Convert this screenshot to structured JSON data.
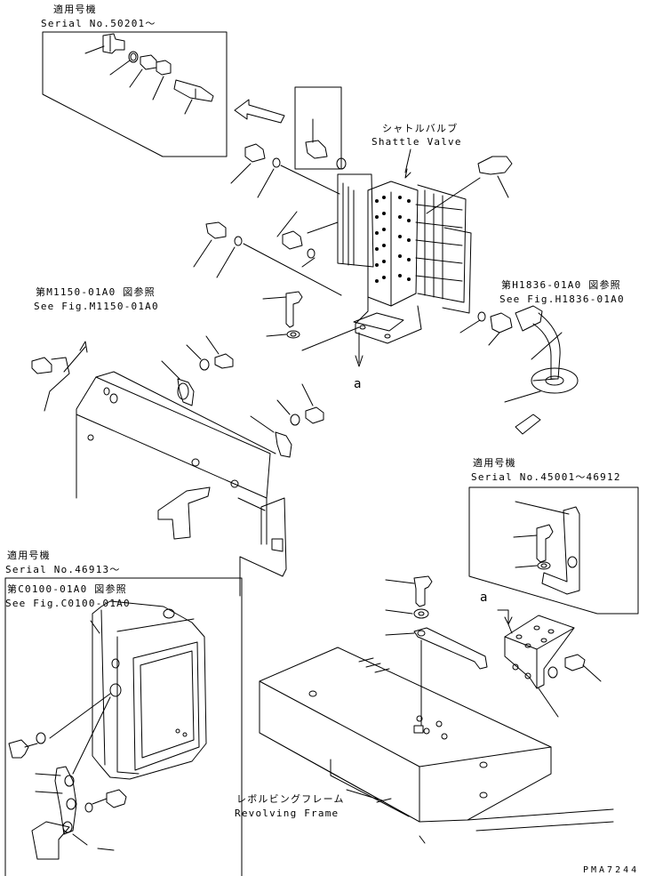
{
  "labels": {
    "top_inset_applicable": "適用号機",
    "top_inset_serial": "Serial No.50201～",
    "shuttle_valve_jp": "シャトルバルブ",
    "shuttle_valve_en": "Shattle Valve",
    "ref_h1836_jp": "第H1836-01A0 図参照",
    "ref_h1836_en": "See Fig.H1836-01A0",
    "ref_m1150_jp": "第M1150-01A0 図参照",
    "ref_m1150_en": "See Fig.M1150-01A0",
    "callout_a_top": "a",
    "right_inset_applicable": "適用号機",
    "right_inset_serial": "Serial No.45001～46912",
    "callout_a_bottom": "a",
    "left_inset_applicable": "適用号機",
    "left_inset_serial": "Serial No.46913～",
    "ref_c0100_jp": "第C0100-01A0 図参照",
    "ref_c0100_en": "See Fig.C0100-01A0",
    "revolving_frame_jp": "レボルビングフレーム",
    "revolving_frame_en": "Revolving Frame",
    "drawing_code": "PMA7244"
  },
  "colors": {
    "line": "#000000",
    "background": "#ffffff"
  }
}
